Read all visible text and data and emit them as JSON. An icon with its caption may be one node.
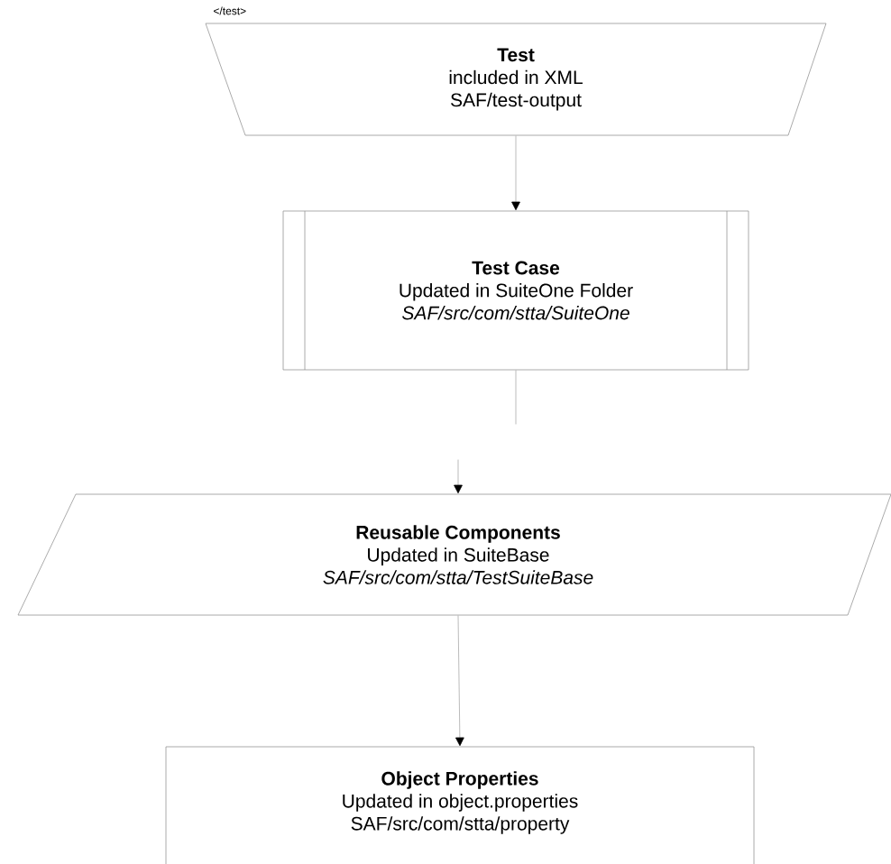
{
  "diagram": {
    "nodes": [
      {
        "text": [
          "Test",
          "included in XML",
          "SAF/test-output"
        ]
      },
      {
        "text": [
          "Test Case",
          "Updated in SuiteOne Folder",
          "SAF/src/com/stta/SuiteOne"
        ]
      },
      {
        "text": [
          "Reusable Components",
          "Updated in SuiteBase",
          "SAF/src/com/stta/TestSuiteBase"
        ]
      },
      {
        "text": [
          "Object Properties",
          "Updated in object.properties",
          "SAF/src/com/stta/property"
        ]
      }
    ],
    "edges": [
      {
        "from": 0,
        "to": 1,
        "arrow": "to"
      },
      {
        "from": 1,
        "to": null,
        "arrow": "none"
      },
      {
        "from": null,
        "to": 2,
        "arrow": "to"
      },
      {
        "from": 2,
        "to": 3,
        "arrow": "to"
      }
    ],
    "labels": [
      "</test>"
    ]
  }
}
